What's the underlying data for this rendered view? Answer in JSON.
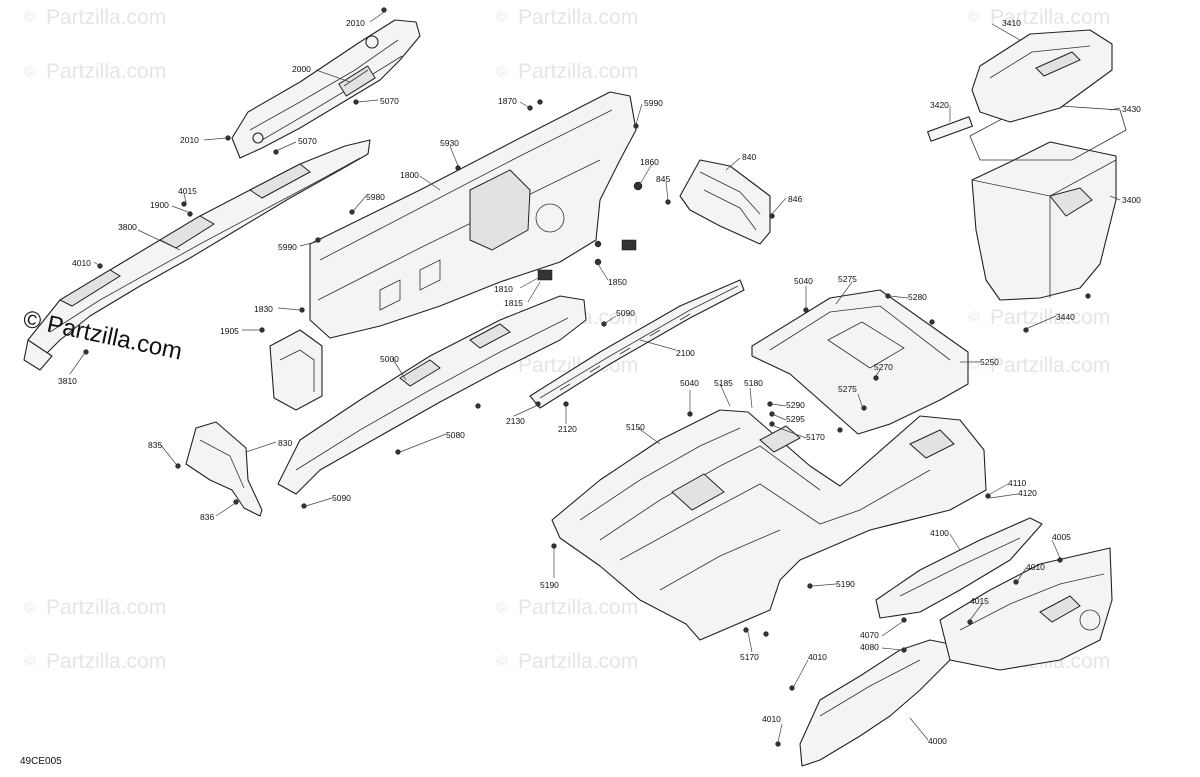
{
  "diagram": {
    "code": "49CE005",
    "watermark_text": "Partzilla.com",
    "watermark_symbol": "©",
    "main_watermark": "© Partzilla.com"
  },
  "callouts": [
    {
      "id": "c2010a",
      "label": "2010"
    },
    {
      "id": "c2000",
      "label": "2000"
    },
    {
      "id": "c5070a",
      "label": "5070"
    },
    {
      "id": "c2010b",
      "label": "2010"
    },
    {
      "id": "c5070b",
      "label": "5070"
    },
    {
      "id": "c4015a",
      "label": "4015"
    },
    {
      "id": "c1900",
      "label": "1900"
    },
    {
      "id": "c3800",
      "label": "3800"
    },
    {
      "id": "c4010a",
      "label": "4010"
    },
    {
      "id": "c3810",
      "label": "3810"
    },
    {
      "id": "c1870",
      "label": "1870"
    },
    {
      "id": "c5990a",
      "label": "5990"
    },
    {
      "id": "c5930",
      "label": "5930"
    },
    {
      "id": "c1800",
      "label": "1800"
    },
    {
      "id": "c1860",
      "label": "1860"
    },
    {
      "id": "c845",
      "label": "845"
    },
    {
      "id": "c840",
      "label": "840"
    },
    {
      "id": "c846",
      "label": "846"
    },
    {
      "id": "c5980",
      "label": "5980"
    },
    {
      "id": "c5990b",
      "label": "5990"
    },
    {
      "id": "c1850",
      "label": "1850"
    },
    {
      "id": "c1810",
      "label": "1810"
    },
    {
      "id": "c1815",
      "label": "1815"
    },
    {
      "id": "c1830",
      "label": "1830"
    },
    {
      "id": "c1905",
      "label": "1905"
    },
    {
      "id": "c5090a",
      "label": "5090"
    },
    {
      "id": "c2100",
      "label": "2100"
    },
    {
      "id": "c5000",
      "label": "5000"
    },
    {
      "id": "c2130",
      "label": "2130"
    },
    {
      "id": "c2120",
      "label": "2120"
    },
    {
      "id": "c5080",
      "label": "5080"
    },
    {
      "id": "c835",
      "label": "835"
    },
    {
      "id": "c830",
      "label": "830"
    },
    {
      "id": "c836",
      "label": "836"
    },
    {
      "id": "c5090b",
      "label": "5090"
    },
    {
      "id": "c3410",
      "label": "3410"
    },
    {
      "id": "c3420",
      "label": "3420"
    },
    {
      "id": "c3430",
      "label": "3430"
    },
    {
      "id": "c3400",
      "label": "3400"
    },
    {
      "id": "c3440",
      "label": "3440"
    },
    {
      "id": "c5040a",
      "label": "5040"
    },
    {
      "id": "c5275a",
      "label": "5275"
    },
    {
      "id": "c5280",
      "label": "5280"
    },
    {
      "id": "c5250",
      "label": "5250"
    },
    {
      "id": "c5270",
      "label": "5270"
    },
    {
      "id": "c5275b",
      "label": "5275"
    },
    {
      "id": "c5040b",
      "label": "5040"
    },
    {
      "id": "c5185",
      "label": "5185"
    },
    {
      "id": "c5180",
      "label": "5180"
    },
    {
      "id": "c5290",
      "label": "5290"
    },
    {
      "id": "c5295",
      "label": "5295"
    },
    {
      "id": "c5170a",
      "label": "5170"
    },
    {
      "id": "c5150",
      "label": "5150"
    },
    {
      "id": "c5190a",
      "label": "5190"
    },
    {
      "id": "c5190b",
      "label": "5190"
    },
    {
      "id": "c5170b",
      "label": "5170"
    },
    {
      "id": "c4110",
      "label": "4110"
    },
    {
      "id": "c4120",
      "label": "4120"
    },
    {
      "id": "c4100",
      "label": "4100"
    },
    {
      "id": "c4005",
      "label": "4005"
    },
    {
      "id": "c4010b",
      "label": "4010"
    },
    {
      "id": "c4015b",
      "label": "4015"
    },
    {
      "id": "c4070",
      "label": "4070"
    },
    {
      "id": "c4080",
      "label": "4080"
    },
    {
      "id": "c4010c",
      "label": "4010"
    },
    {
      "id": "c4010d",
      "label": "4010"
    },
    {
      "id": "c4000",
      "label": "4000"
    }
  ]
}
